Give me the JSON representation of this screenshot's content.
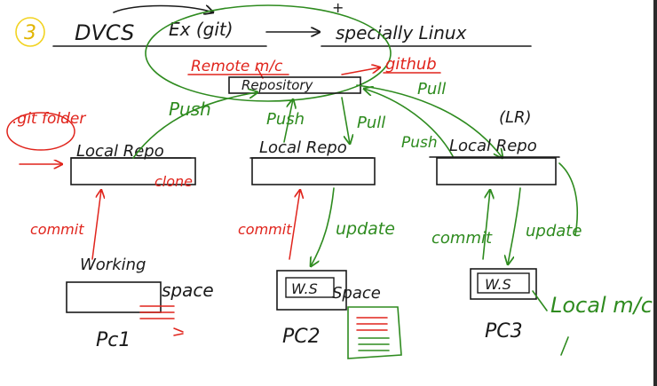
{
  "colors": {
    "black_ink": "#1a1a1a",
    "red_ink": "#e0241c",
    "green_ink": "#2e8b1f",
    "yellow_ink": "#f2d321"
  },
  "header": {
    "number": "3",
    "title": "DVCS",
    "example": "Ex (git)",
    "note": "specially Linux"
  },
  "remote": {
    "machine_label": "Remote m/c",
    "repository_label": "Repository",
    "host_label": "github"
  },
  "pc1": {
    "git_folder_label": ".git folder",
    "local_repo_label": "Local Repo",
    "clone_label": "clone",
    "push_label": "Push",
    "commit_label": "commit",
    "working_label": "Working",
    "space_label": "space",
    "pc_label": "Pc1"
  },
  "pc2": {
    "push_label": "Push",
    "pull_label": "Pull",
    "local_repo_label": "Local Repo",
    "commit_label": "commit",
    "update_label": "update",
    "ws_label": "W.S",
    "space_label": "Space",
    "pc_label": "PC2"
  },
  "pc3": {
    "lr_label": "(LR)",
    "push_label": "Push",
    "pull_label": "Pull",
    "local_repo_label": "Local Repo",
    "commit_label": "commit",
    "update_label": "update",
    "ws_label": "W.S",
    "pc_label": "PC3"
  },
  "local_machine_label": "Local m/c"
}
